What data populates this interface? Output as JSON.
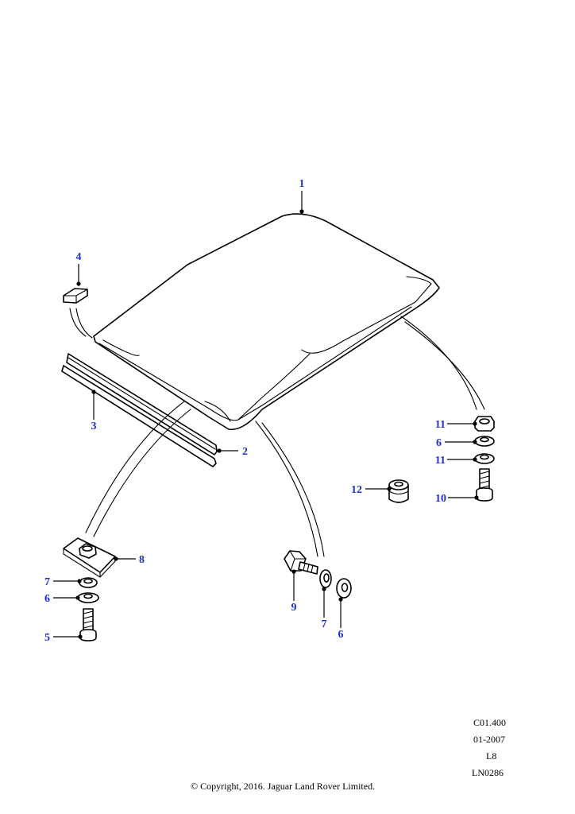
{
  "callout_color": "#1f2fd0",
  "line_color": "#000000",
  "callouts": [
    {
      "id": "c1",
      "label": "1"
    },
    {
      "id": "c2",
      "label": "2"
    },
    {
      "id": "c3",
      "label": "3"
    },
    {
      "id": "c4",
      "label": "4"
    },
    {
      "id": "c5",
      "label": "5"
    },
    {
      "id": "c6a",
      "label": "6"
    },
    {
      "id": "c6b",
      "label": "6"
    },
    {
      "id": "c6c",
      "label": "6"
    },
    {
      "id": "c7a",
      "label": "7"
    },
    {
      "id": "c7b",
      "label": "7"
    },
    {
      "id": "c8",
      "label": "8"
    },
    {
      "id": "c9",
      "label": "9"
    },
    {
      "id": "c10",
      "label": "10"
    },
    {
      "id": "c11a",
      "label": "11"
    },
    {
      "id": "c11b",
      "label": "11"
    },
    {
      "id": "c12",
      "label": "12"
    }
  ],
  "footer": {
    "ref_code": "C01.400",
    "date": "01-2007",
    "model": "L8",
    "drawing_no": "LN0286",
    "copyright": "© Copyright, 2016. Jaguar Land Rover Limited."
  }
}
